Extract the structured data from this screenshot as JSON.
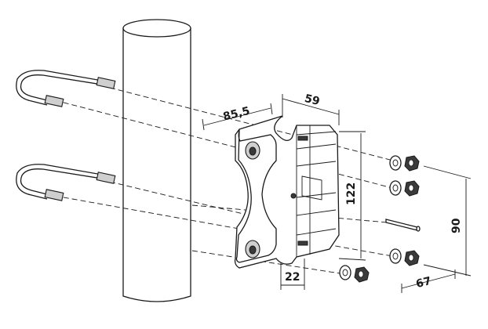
{
  "dimensions": {
    "depth": "85,5",
    "width": "59",
    "height": "122",
    "bolt_spacing": "90",
    "horizontal_spacing": "67",
    "bottom_offset": "22"
  }
}
